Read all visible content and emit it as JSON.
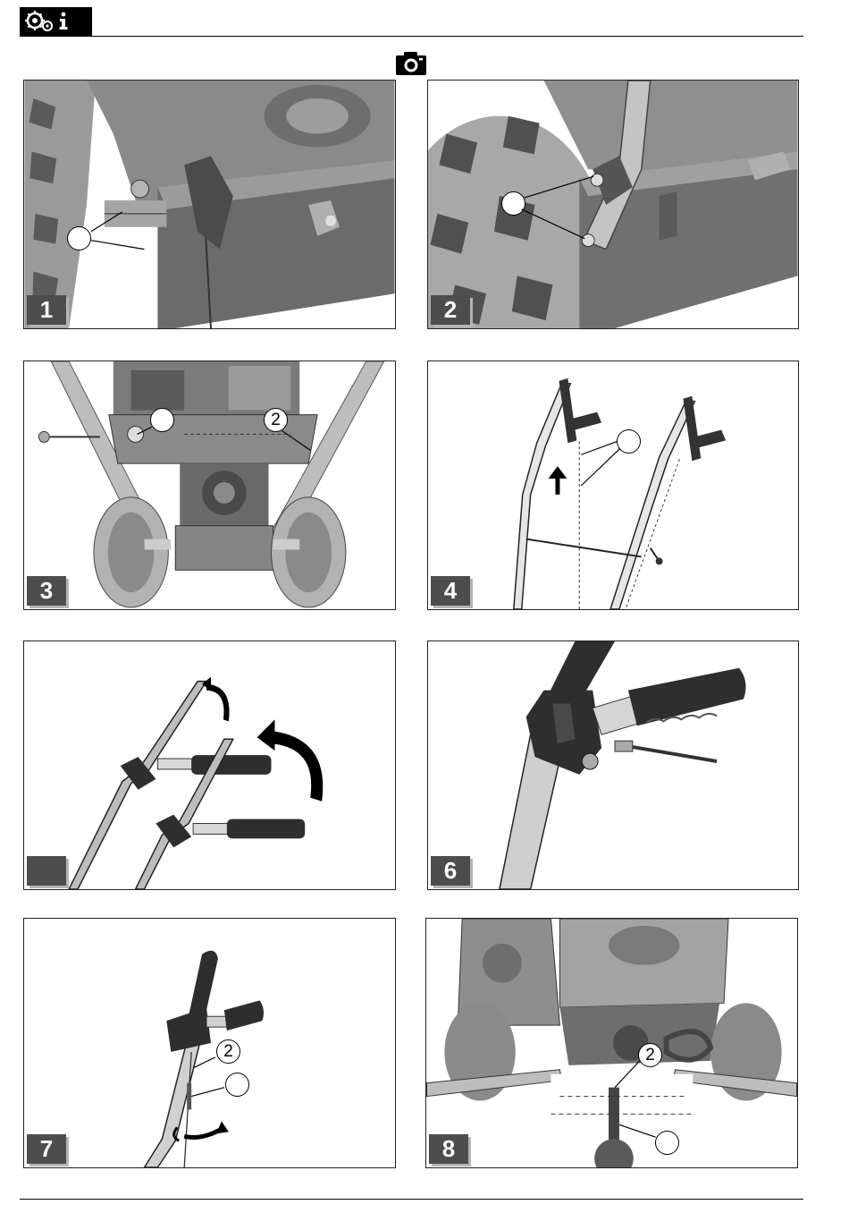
{
  "header": {
    "icon": "gears-info-icon"
  },
  "figure_icon": "camera-icon",
  "panels": [
    {
      "number": "1",
      "callouts": [
        ""
      ]
    },
    {
      "number": "2",
      "callouts": [
        ""
      ]
    },
    {
      "number": "3",
      "callouts": [
        "",
        "2"
      ]
    },
    {
      "number": "4",
      "callouts": [
        ""
      ]
    },
    {
      "number": "",
      "callouts": []
    },
    {
      "number": "6",
      "callouts": []
    },
    {
      "number": "7",
      "callouts": [
        "2",
        ""
      ]
    },
    {
      "number": "8",
      "callouts": [
        "2",
        ""
      ]
    }
  ]
}
